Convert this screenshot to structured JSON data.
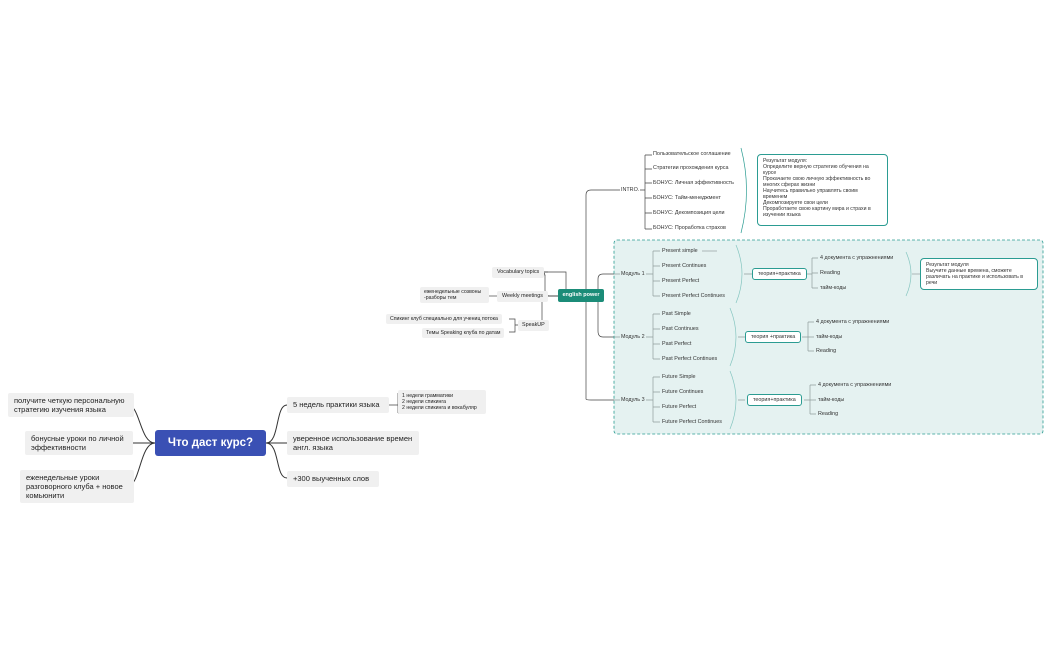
{
  "root": {
    "title": "Что даст курс?"
  },
  "left_benefits": [
    "получите четкую персональную стратегию изучения языка",
    "бонусные уроки по личной эффективности",
    "еженедельные уроки разговорного клуба + новое комьюнити"
  ],
  "right_benefits": [
    "5 недель практики языка",
    "уверенное использование времен англ. языка",
    "+300 выученных слов"
  ],
  "practice_breakdown": [
    "1 недели грамматики",
    "2 недели спикинга",
    "2 недели спикинга и вокабуляр"
  ],
  "english_power": "english power",
  "left_branches": {
    "vocabulary": "Vocabulary topics",
    "weekly": "Weekly meetings",
    "weekly_note": [
      "еженедельные созвоны",
      "-разборы тем"
    ],
    "speakup": "SpeakUP",
    "speakup_notes": [
      "Спикинг клуб специально для учениц потока",
      "Темы Speaking клуба по датам"
    ]
  },
  "intro": {
    "label": "INTRO.",
    "items": [
      "Пользовательское соглашение",
      "Стратегии прохождения курса",
      "БОНУС: Личная эффективность",
      "БОНУС: Тайм-менеджмент",
      "БОНУС: Декомпозиция цели",
      "БОНУС: Проработка страхов"
    ],
    "result": [
      "Результат модуля:",
      "Определите верную стратегию обучения на курсе",
      "Прокачаете свою личную эффективность во многих сферах жизни",
      "Научитесь правильно управлять своим временем",
      "Декомпозируете свои цели",
      "Проработаете свою картину мира и страхи в изучении языка"
    ]
  },
  "modules": [
    {
      "label": "Модуль 1",
      "topics": [
        "Present simple",
        "Present Continues",
        "Present Perfect",
        "Present Perfect Continues"
      ],
      "method": "теория+практика",
      "materials": [
        "4 документа с упражнениями",
        "Reading",
        "тайм-коды"
      ]
    },
    {
      "label": "Модуль 2",
      "topics": [
        "Past Simple",
        "Past Continues",
        "Past Perfect",
        "Past Perfect Continues"
      ],
      "method": "теория +практика",
      "materials": [
        "4 документа с упражнениями",
        "тайм-коды",
        "Reading"
      ]
    },
    {
      "label": "Модуль 3",
      "topics": [
        "Future Simple",
        "Future Continues",
        "Future Perfect",
        "Future Perfect Continues"
      ],
      "method": "теория+практика",
      "materials": [
        "4 документа с упражнениями",
        "тайм-коды",
        "Reading"
      ]
    }
  ],
  "module_result": {
    "title": "Результат модуля",
    "text": "Выучите данные времена, сможете различать на практике и использовать в речи"
  },
  "colors": {
    "root": "#3a50b4",
    "english_power": "#1b8c78",
    "accent": "#2b9c92",
    "area": "#cfe8e6"
  }
}
